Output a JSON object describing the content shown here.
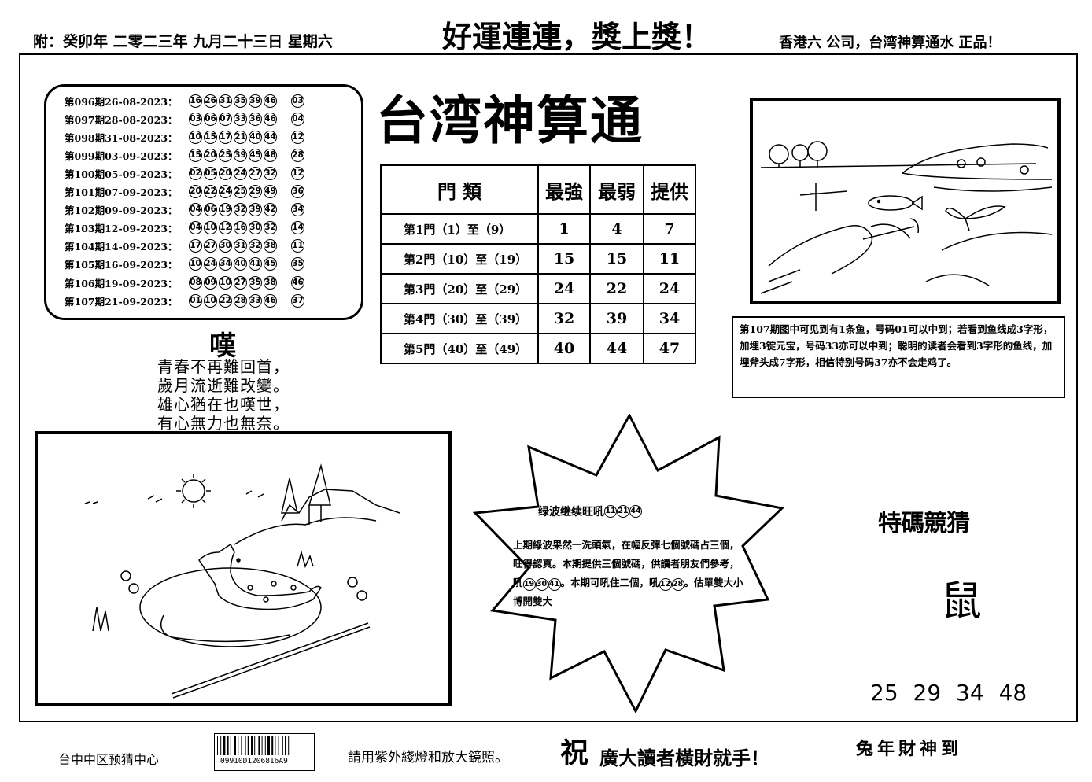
{
  "header": {
    "date_line": "附：癸卯年  二零二三年  九月二十三日  星期六",
    "slogan": "好運連連，獎上獎！",
    "right_line": "香港六    公司，台湾神算通水    正品！"
  },
  "title": "台湾神算通",
  "history": [
    {
      "label": "第096期26-08-2023：",
      "nums": [
        "16",
        "26",
        "31",
        "35",
        "39",
        "46"
      ],
      "special": "03"
    },
    {
      "label": "第097期28-08-2023：",
      "nums": [
        "03",
        "06",
        "07",
        "33",
        "36",
        "46"
      ],
      "special": "04"
    },
    {
      "label": "第098期31-08-2023：",
      "nums": [
        "10",
        "15",
        "17",
        "21",
        "40",
        "44"
      ],
      "special": "12"
    },
    {
      "label": "第099期03-09-2023：",
      "nums": [
        "15",
        "20",
        "25",
        "39",
        "45",
        "48"
      ],
      "special": "28"
    },
    {
      "label": "第100期05-09-2023：",
      "nums": [
        "02",
        "05",
        "20",
        "24",
        "27",
        "32"
      ],
      "special": "12"
    },
    {
      "label": "第101期07-09-2023：",
      "nums": [
        "20",
        "22",
        "24",
        "25",
        "29",
        "49"
      ],
      "special": "36"
    },
    {
      "label": "第102期09-09-2023：",
      "nums": [
        "04",
        "06",
        "19",
        "32",
        "39",
        "42"
      ],
      "special": "34"
    },
    {
      "label": "第103期12-09-2023：",
      "nums": [
        "04",
        "10",
        "12",
        "16",
        "30",
        "32"
      ],
      "special": "14"
    },
    {
      "label": "第104期14-09-2023：",
      "nums": [
        "17",
        "27",
        "30",
        "31",
        "32",
        "38"
      ],
      "special": "11"
    },
    {
      "label": "第105期16-09-2023：",
      "nums": [
        "10",
        "24",
        "34",
        "40",
        "41",
        "45"
      ],
      "special": "35"
    },
    {
      "label": "第106期19-09-2023：",
      "nums": [
        "08",
        "09",
        "10",
        "27",
        "35",
        "38"
      ],
      "special": "46"
    },
    {
      "label": "第107期21-09-2023：",
      "nums": [
        "01",
        "10",
        "22",
        "28",
        "33",
        "46"
      ],
      "special": "37"
    }
  ],
  "gate_table": {
    "headers": [
      "門  類",
      "最強",
      "最弱",
      "提供"
    ],
    "rows": [
      {
        "gate": "第1門（1）至（9）",
        "strong": "1",
        "weak": "4",
        "offer": "7"
      },
      {
        "gate": "第2門（10）至（19）",
        "strong": "15",
        "weak": "15",
        "offer": "11"
      },
      {
        "gate": "第3門（20）至（29）",
        "strong": "24",
        "weak": "22",
        "offer": "24"
      },
      {
        "gate": "第4門（30）至（39）",
        "strong": "32",
        "weak": "39",
        "offer": "34"
      },
      {
        "gate": "第5門（40）至（49）",
        "strong": "40",
        "weak": "44",
        "offer": "47"
      }
    ]
  },
  "picture_note": "第107期图中可见到有1条鱼，号码01可以中到；若看到鱼线成3字形，加埋3锭元宝，号码33亦可以中到；聪明的读者会看到3字形的鱼线，加埋斧头成7字形，相信特别号码37亦不会走鸡了。",
  "poem": {
    "title": "嘆",
    "lines": [
      "青春不再難回首，",
      "歲月流逝難改變。",
      "雄心猶在也嘆世，",
      "有心無力也無奈。"
    ]
  },
  "star": {
    "title": "绿波继续旺吼",
    "title_balls": [
      "11",
      "21",
      "44"
    ],
    "body_1": "上期綠波果然一洗頭氣，在幅反彈七個號碼占三個，旺得認真。本期提供三個號碼，供讀者朋友們參考，吼",
    "body_balls_1": [
      "19",
      "30",
      "41"
    ],
    "body_2": "。本期可吼住二個，吼",
    "body_balls_2": [
      "12",
      "28"
    ],
    "body_3": "。估單雙大小  博開雙大"
  },
  "guess": {
    "title": "特碼競猜",
    "animal": "鼠",
    "numbers": "25 29 34 48"
  },
  "footer": {
    "left": "台中中区预猜中心",
    "barcode_number": "09910D1206816A9",
    "middle": "請用紫外綫燈和放大鏡照。",
    "zhu": "祝",
    "wish": "廣大讀者橫財就手！",
    "right": "兔年財神到"
  }
}
